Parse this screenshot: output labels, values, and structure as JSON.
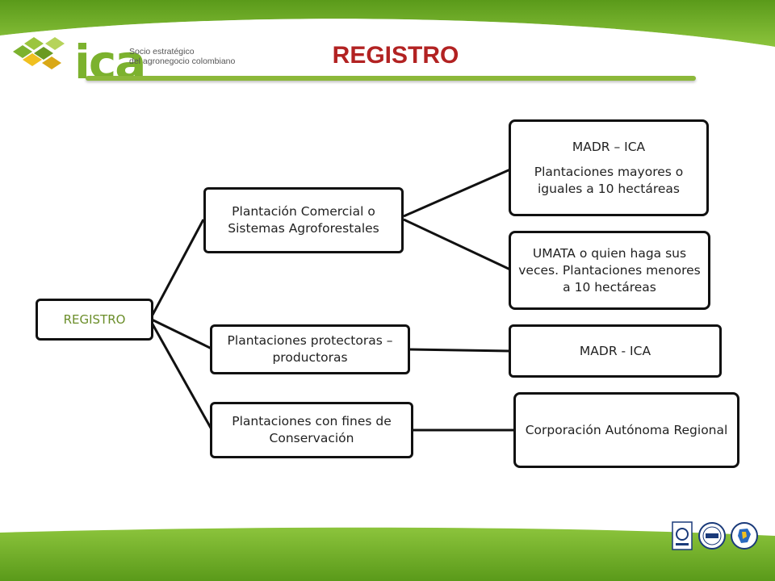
{
  "header": {
    "brand": "ica",
    "tagline_line1": "Socio estratégico",
    "tagline_line2": "del agronegocio colombiano",
    "title": "REGISTRO"
  },
  "diagram": {
    "root": "REGISTRO",
    "branch_commercial": "Plantación Comercial o Sistemas Agroforestales",
    "branch_protective": "Plantaciones protectoras – productoras",
    "branch_conservation": "Plantaciones con fines de Conservación",
    "leaf_madr_ica_title": "MADR – ICA",
    "leaf_madr_ica_desc": "Plantaciones mayores o iguales a 10 hectáreas",
    "leaf_umata": "UMATA o quien haga sus veces. Plantaciones menores a 10 hectáreas",
    "leaf_madr_ica_2": "MADR - ICA",
    "leaf_car": "Corporación Autónoma Regional"
  },
  "colors": {
    "accent_green": "#7cb22e",
    "title_red": "#b22222",
    "root_text": "#6b8e2a"
  }
}
